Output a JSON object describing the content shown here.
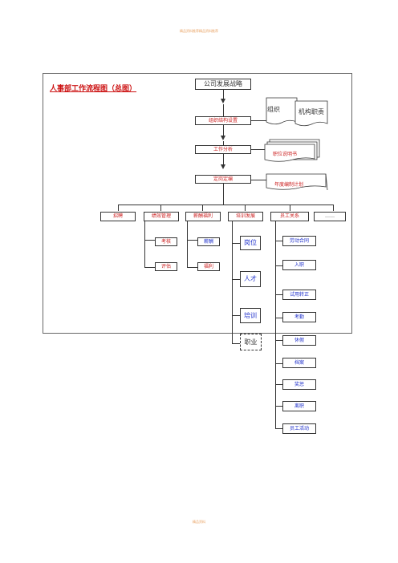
{
  "header_text": "精品资料推荐精品资料推荐",
  "footer_text": "精品资料",
  "title": "人事部工作流程图（总图）",
  "flow": {
    "strategy": "公司发展战略",
    "org_design": "组织结构设置",
    "org_doc_1": "组织",
    "org_doc_2": "机构职责",
    "job_analysis": "工作分析",
    "job_doc": "职位说明书",
    "staffing": "定岗定编",
    "staffing_doc": "年度编制计划"
  },
  "departments": [
    "招聘",
    "绩效管理",
    "薪酬福利",
    "培训发展",
    "员工关系",
    "……"
  ],
  "performance": [
    "考核",
    "评估"
  ],
  "compensation": [
    "薪酬",
    "福利"
  ],
  "training": [
    "岗位",
    "人才",
    "培训",
    "职业"
  ],
  "employee_relations": [
    "劳动合同",
    "入职",
    "试用转正",
    "考勤",
    "休假",
    "档案",
    "奖惩",
    "离职",
    "员工活动"
  ]
}
